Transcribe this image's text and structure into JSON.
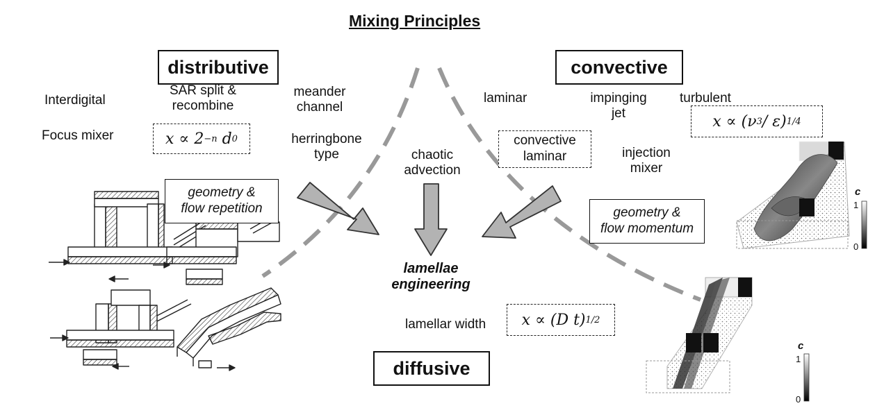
{
  "title": "Mixing Principles",
  "categories": {
    "distributive": "distributive",
    "convective": "convective",
    "diffusive": "diffusive"
  },
  "distributive": {
    "interdigital": "Interdigital",
    "sar_line1": "SAR split &",
    "sar_line2": "recombine",
    "focus_mixer": "Focus mixer",
    "meander_line1": "meander",
    "meander_line2": "channel",
    "herringbone_line1": "herringbone",
    "herringbone_line2": "type",
    "principle_line1": "geometry &",
    "principle_line2": "flow repetition",
    "formula_base": "x ∝ 2",
    "formula_exp": "−n",
    "formula_var": "d",
    "formula_sub": "0"
  },
  "center": {
    "chaotic_line1": "chaotic",
    "chaotic_line2": "advection",
    "lamellae_line1": "lamellae",
    "lamellae_line2": "engineering",
    "lamellar_width": "lamellar width",
    "formula_base": "x ∝ (D t)",
    "formula_exp": "1/2"
  },
  "convective": {
    "laminar": "laminar",
    "impinging_line1": "impinging",
    "impinging_line2": "jet",
    "turbulent": "turbulent",
    "conv_laminar_line1": "convective",
    "conv_laminar_line2": "laminar",
    "injection_line1": "injection",
    "injection_line2": "mixer",
    "principle_line1": "geometry &",
    "principle_line2": "flow momentum",
    "formula_base": "x ∝ (ν",
    "formula_exp3": "3",
    "formula_mid": " / ε)",
    "formula_exp": "1/4"
  },
  "colorbars": [
    {
      "label": "c",
      "max": "1",
      "min": "0"
    },
    {
      "label": "c",
      "max": "1",
      "min": "0"
    }
  ],
  "colors": {
    "arrow_fill": "#b3b3b3",
    "arrow_stroke": "#333333",
    "divider": "#999999",
    "ink": "#111111"
  }
}
